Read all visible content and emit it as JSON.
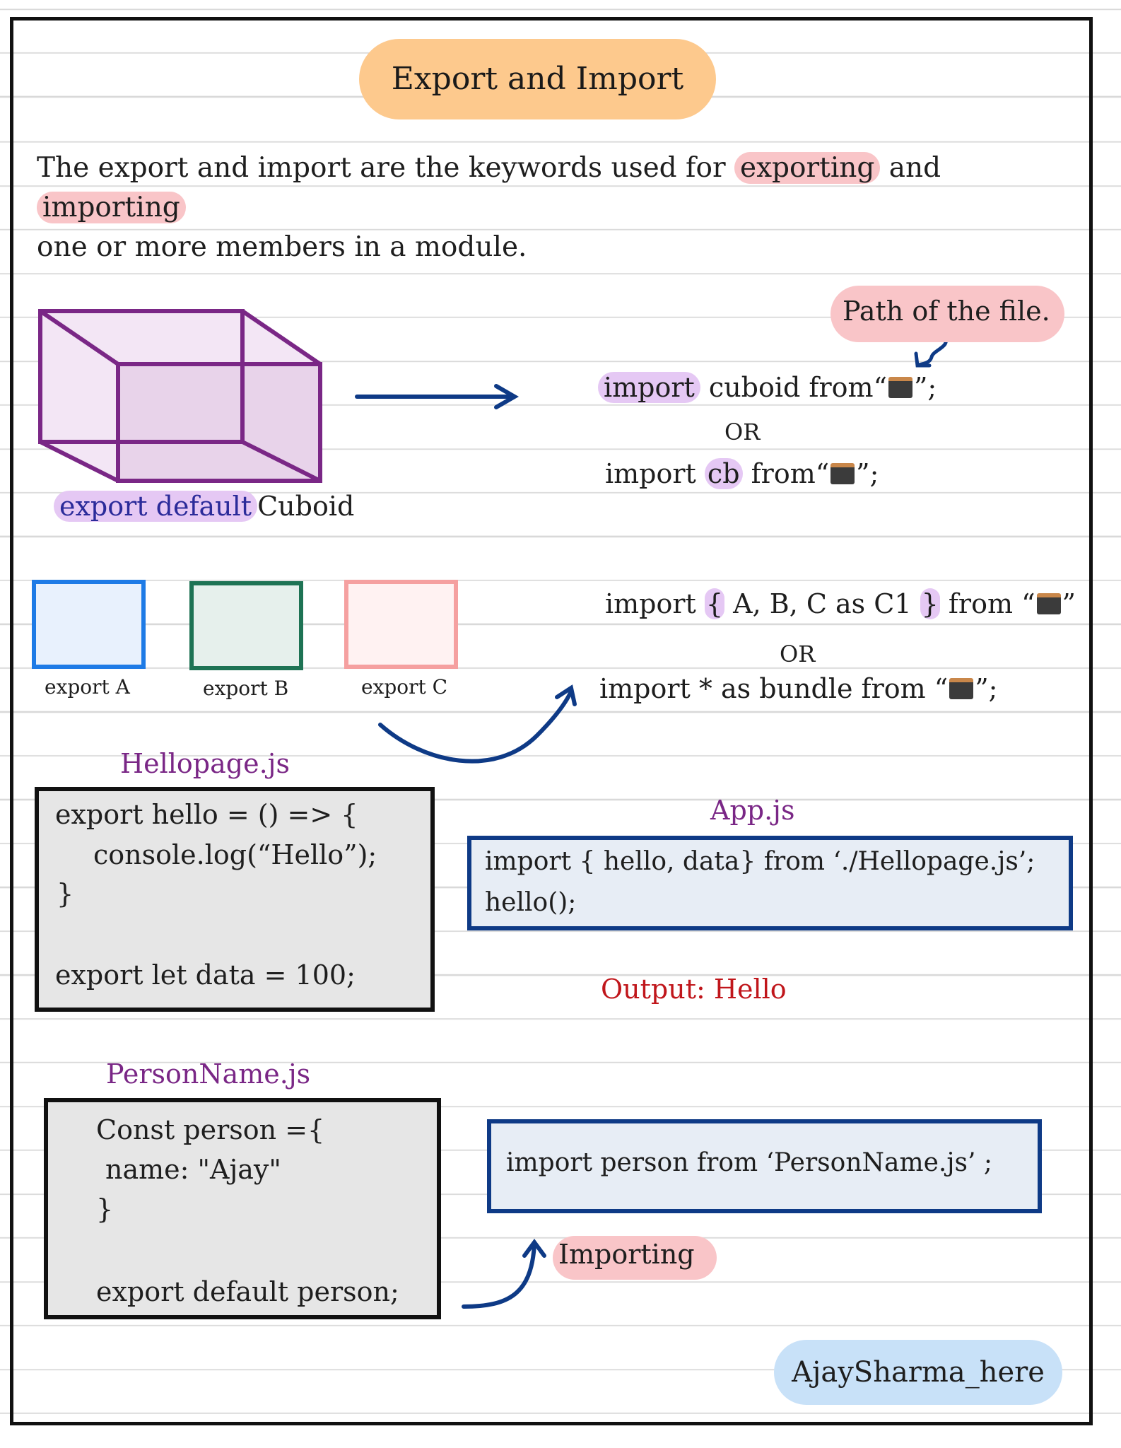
{
  "title": "Export and Import",
  "intro": {
    "text_before": "The export and import are the keywords used for ",
    "highlight1": "exporting",
    "text_middle": " and ",
    "highlight2": "importing",
    "line2": "one or more members in a module."
  },
  "default_export": {
    "path_note": "Path of the file.",
    "export_keyword": "export default",
    "export_name": "Cuboid",
    "line1_import": "import",
    "line1_rest_a": " cuboid from“",
    "line1_rest_b": "”;",
    "or1": "OR",
    "line2_import": "import ",
    "line2_alias": "cb",
    "line2_rest_a": " from“",
    "line2_rest_b": "”;"
  },
  "named_exports": {
    "boxes": [
      {
        "label": "export A",
        "border": "#1e7be6",
        "fill": "#e8f1fd"
      },
      {
        "label": "export B",
        "border": "#1e7354",
        "fill": "#e6f0ec"
      },
      {
        "label": "export C",
        "border": "#f5a0a0",
        "fill": "#fff2f2"
      }
    ],
    "line1_a": "import ",
    "line1_brace_open": "{",
    "line1_members": " A, B, C as C1 ",
    "line1_brace_close": "}",
    "line1_b": " from “",
    "line1_c": "”",
    "or2": "OR",
    "line2_a": "import * as bundle from “",
    "line2_b": "”;"
  },
  "hellopage": {
    "file": "Hellopage.js",
    "code": [
      "export hello = () => {",
      "console.log(“Hello”);",
      "}",
      "export   let  data = 100;"
    ]
  },
  "app": {
    "file": "App.js",
    "code": [
      "import { hello, data} from ‘./Hellopage.js’;",
      "hello();"
    ],
    "output": "Output: Hello"
  },
  "personname": {
    "file": "PersonName.js",
    "code": [
      "Const  person ={",
      "name: \"Ajay\"",
      "}",
      "export default person;"
    ],
    "import_line": "import person from ‘PersonName.js’ ;",
    "importing_note": "Importing"
  },
  "signature": "AjaySharma_here",
  "colors": {
    "title_bg": "#fdc98d",
    "pink_highlight": "#f9c5c8",
    "purple_highlight": "#e5c8f4",
    "cuboid_stroke": "#7a2786",
    "arrow_blue": "#0e3a86",
    "output_red": "#c0161b",
    "signature_bg": "#c8e1f8"
  },
  "icons": [
    "folder-icon",
    "arrow-right-icon",
    "curved-arrow-icon"
  ]
}
